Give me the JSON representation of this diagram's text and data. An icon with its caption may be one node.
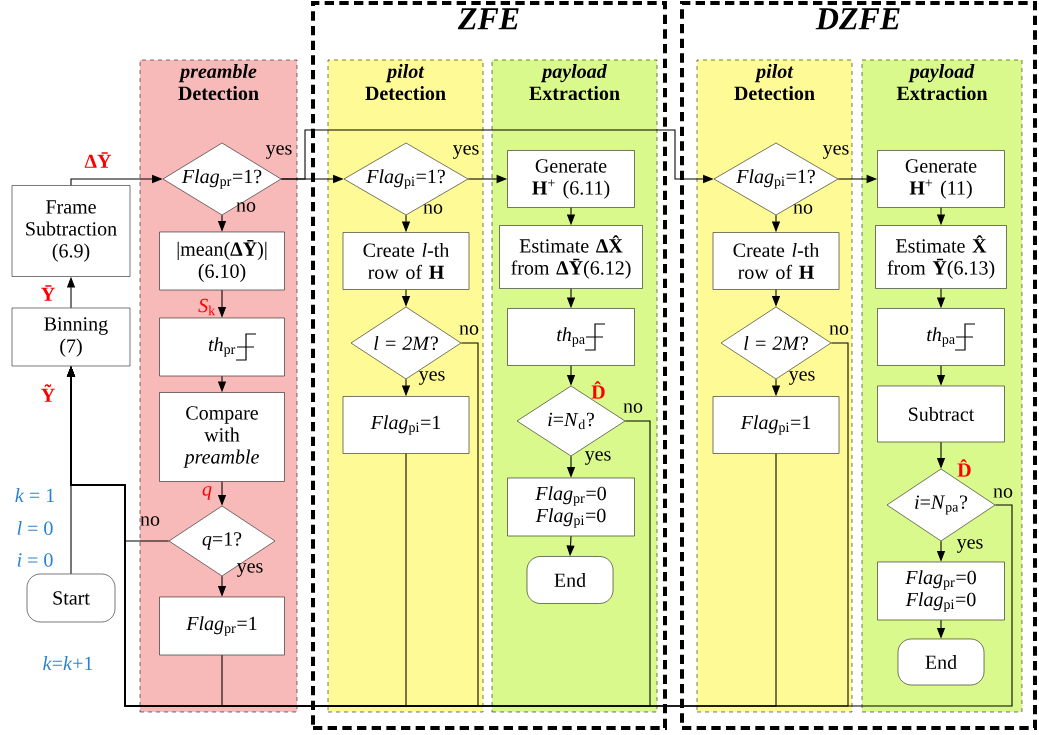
{
  "diagram": {
    "nodes": [
      {
        "text": [
          "Frame Subtraction (6.9)"
        ]
      },
      {
        "text": [
          "Binning (7)"
        ]
      },
      {
        "text": [
          "Start"
        ]
      },
      {
        "text": [
          "*preamble* Detection"
        ]
      },
      {
        "text": [
          "*Flag*$_{pr}$=1?"
        ],
        "in": 3
      },
      {
        "text": [
          "|mean(**ΔȲ**)| (6.10)"
        ],
        "in": 3
      },
      {
        "text": [
          "*th*$_{pr}$"
        ],
        "in": 3
      },
      {
        "text": [
          "Compare with *preamble*"
        ],
        "in": 3
      },
      {
        "text": [
          "*q*=1?"
        ],
        "in": 3
      },
      {
        "text": [
          "*Flag*$_{pr}$=1"
        ],
        "in": 3
      },
      {
        "text": [
          "ZFE"
        ]
      },
      {
        "text": [
          "*pilot* Detection"
        ],
        "in": 10
      },
      {
        "text": [
          "*Flag*$_{pi}$=1?"
        ],
        "in": 11
      },
      {
        "text": [
          "Create *l*-th row of **H**"
        ],
        "in": 11
      },
      {
        "text": [
          "*l = 2M*?"
        ],
        "in": 11
      },
      {
        "text": [
          "*Flag*$_{pi}$=1"
        ],
        "in": 11
      },
      {
        "text": [
          "*payload* Extraction"
        ],
        "in": 10
      },
      {
        "text": [
          "Generate **H**$^{+}$ (6.11)"
        ],
        "in": 16
      },
      {
        "text": [
          "Estimate **ΔX̂** from **ΔȲ**(6.12)"
        ],
        "in": 16
      },
      {
        "text": [
          "*th*$_{pa}$"
        ],
        "in": 16
      },
      {
        "text": [
          "*i*=*N*$_{d}$?"
        ],
        "in": 16
      },
      {
        "text": [
          "*Flag*$_{pr}$=0 *Flag*$_{pi}$=0"
        ],
        "in": 16
      },
      {
        "text": [
          "End"
        ],
        "in": 16
      },
      {
        "text": [
          "DZFE"
        ]
      },
      {
        "text": [
          "*pilot* Detection"
        ],
        "in": 23
      },
      {
        "text": [
          "*Flag*$_{pi}$=1?"
        ],
        "in": 24
      },
      {
        "text": [
          "Create *l*-th row of **H**"
        ],
        "in": 24
      },
      {
        "text": [
          "*l = 2M*?"
        ],
        "in": 24
      },
      {
        "text": [
          "*Flag*$_{pi}$=1"
        ],
        "in": 24
      },
      {
        "text": [
          "*payload* Extraction"
        ],
        "in": 23
      },
      {
        "text": [
          "Generate **H**$^{+}$ (11)"
        ],
        "in": 29
      },
      {
        "text": [
          "Estimate **X̂** from **Ȳ**(6.13)"
        ],
        "in": 29
      },
      {
        "text": [
          "*th*$_{pa}$"
        ],
        "in": 29
      },
      {
        "text": [
          "Subtract"
        ],
        "in": 29
      },
      {
        "text": [
          "*i*=*N*$_{pa}$?"
        ],
        "in": 29
      },
      {
        "text": [
          "*Flag*$_{pr}$=0 *Flag*$_{pi}$=0"
        ],
        "in": 29
      },
      {
        "text": [
          "End"
        ],
        "in": 29
      }
    ],
    "edges": [
      {
        "from": 2,
        "to": 1,
        "arrow": "to",
        "label": "**Ỹ**"
      },
      {
        "from": 1,
        "to": 0,
        "arrow": "to",
        "label": "**Ȳ**"
      },
      {
        "from": 0,
        "to": 4,
        "arrow": "to",
        "label": "**ΔȲ**"
      },
      {
        "from": 4,
        "to": 5,
        "arrow": "to",
        "label": "no"
      },
      {
        "from": 5,
        "to": 6,
        "arrow": "to",
        "label": "*S*$_{k}$"
      },
      {
        "from": 6,
        "to": 7,
        "arrow": "to"
      },
      {
        "from": 7,
        "to": 8,
        "arrow": "to",
        "label": "*q*"
      },
      {
        "from": 8,
        "to": 9,
        "arrow": "to",
        "label": "yes"
      },
      {
        "from": 8,
        "to": 1,
        "arrow": "to",
        "label": "no"
      },
      {
        "from": 9,
        "to": 1,
        "arrow": "to"
      },
      {
        "from": 4,
        "to": 12,
        "arrow": "to",
        "label": "yes"
      },
      {
        "from": 4,
        "to": 25,
        "arrow": "to"
      },
      {
        "from": 12,
        "to": 13,
        "arrow": "to",
        "label": "no"
      },
      {
        "from": 13,
        "to": 14,
        "arrow": "to"
      },
      {
        "from": 14,
        "to": 15,
        "arrow": "to",
        "label": "yes"
      },
      {
        "from": 14,
        "to": 1,
        "arrow": "to",
        "label": "no"
      },
      {
        "from": 15,
        "to": 1,
        "arrow": "to"
      },
      {
        "from": 12,
        "to": 17,
        "arrow": "to",
        "label": "yes"
      },
      {
        "from": 17,
        "to": 18,
        "arrow": "to"
      },
      {
        "from": 18,
        "to": 19,
        "arrow": "to"
      },
      {
        "from": 19,
        "to": 20,
        "arrow": "to",
        "label": "**D̂**"
      },
      {
        "from": 20,
        "to": 21,
        "arrow": "to",
        "label": "yes"
      },
      {
        "from": 21,
        "to": 22,
        "arrow": "to"
      },
      {
        "from": 20,
        "to": 1,
        "arrow": "to",
        "label": "no"
      },
      {
        "from": 25,
        "to": 30,
        "arrow": "to",
        "label": "yes"
      },
      {
        "from": 25,
        "to": 26,
        "arrow": "to",
        "label": "no"
      },
      {
        "from": 26,
        "to": 27,
        "arrow": "to"
      },
      {
        "from": 27,
        "to": 28,
        "arrow": "to",
        "label": "yes"
      },
      {
        "from": 27,
        "to": 1,
        "arrow": "to",
        "label": "no"
      },
      {
        "from": 28,
        "to": 1,
        "arrow": "to"
      },
      {
        "from": 30,
        "to": 31,
        "arrow": "to"
      },
      {
        "from": 31,
        "to": 32,
        "arrow": "to"
      },
      {
        "from": 32,
        "to": 33,
        "arrow": "to"
      },
      {
        "from": 33,
        "to": 34,
        "arrow": "to",
        "label": "**D̂**"
      },
      {
        "from": 34,
        "to": 35,
        "arrow": "to",
        "label": "yes"
      },
      {
        "from": 35,
        "to": 36,
        "arrow": "to"
      },
      {
        "from": 34,
        "to": 1,
        "arrow": "to",
        "label": "no"
      }
    ],
    "labels": [
      "*k* = 1",
      "*l* = 0",
      "*i* = 0",
      "*k*=*k*+1"
    ]
  }
}
